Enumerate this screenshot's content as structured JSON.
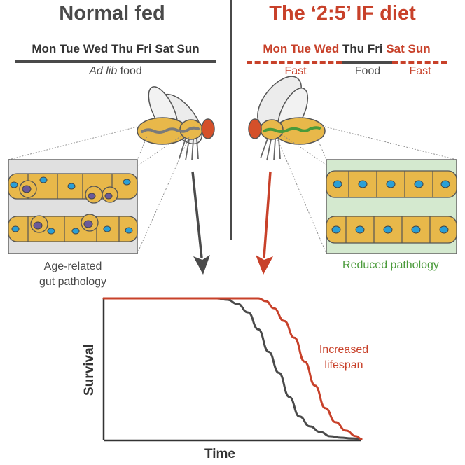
{
  "colors": {
    "dark": "#4a4a4a",
    "red": "#c8412a",
    "green": "#4a9a3a",
    "gut_cell": "#e8b84a",
    "nucleus": "#2a9fd6",
    "damaged_nucleus": "#6a5a9a",
    "box_grey": "#e0e0e0",
    "box_green": "#d4e9cf"
  },
  "left": {
    "title": "Normal fed",
    "days": "Mon Tue Wed Thu Fri Sat Sun",
    "diet_em": "Ad lib",
    "diet_rest": " food",
    "pathology_line1": "Age-related",
    "pathology_line2": "gut pathology"
  },
  "right": {
    "title": "The ‘2:5’ IF diet",
    "days_fast1": "Mon Tue Wed",
    "days_food": "Thu Fri",
    "days_fast2": "Sat Sun",
    "fast_label1": "Fast",
    "food_label": "Food",
    "fast_label2": "Fast",
    "pathology": "Reduced pathology"
  },
  "chart": {
    "annotation_line1": "Increased",
    "annotation_line2": "lifespan"
  },
  "chart_data": {
    "type": "line",
    "xlabel": "Time",
    "ylabel": "Survival",
    "xlim": [
      0,
      100
    ],
    "ylim": [
      0,
      1
    ],
    "series": [
      {
        "color": "#4a4a4a",
        "x": [
          0,
          44,
          48,
          52,
          56,
          60,
          64,
          68,
          72,
          76,
          80,
          84,
          88,
          92,
          96,
          100
        ],
        "y": [
          1,
          1,
          0.99,
          0.96,
          0.9,
          0.78,
          0.62,
          0.47,
          0.3,
          0.16,
          0.09,
          0.05,
          0.02,
          0.01,
          0.005,
          0
        ]
      },
      {
        "color": "#c8412a",
        "x": [
          0,
          60,
          63,
          66,
          70,
          74,
          78,
          82,
          86,
          90,
          94,
          98,
          100
        ],
        "y": [
          1,
          1,
          0.98,
          0.93,
          0.84,
          0.72,
          0.55,
          0.38,
          0.22,
          0.12,
          0.06,
          0.02,
          0
        ]
      }
    ]
  }
}
